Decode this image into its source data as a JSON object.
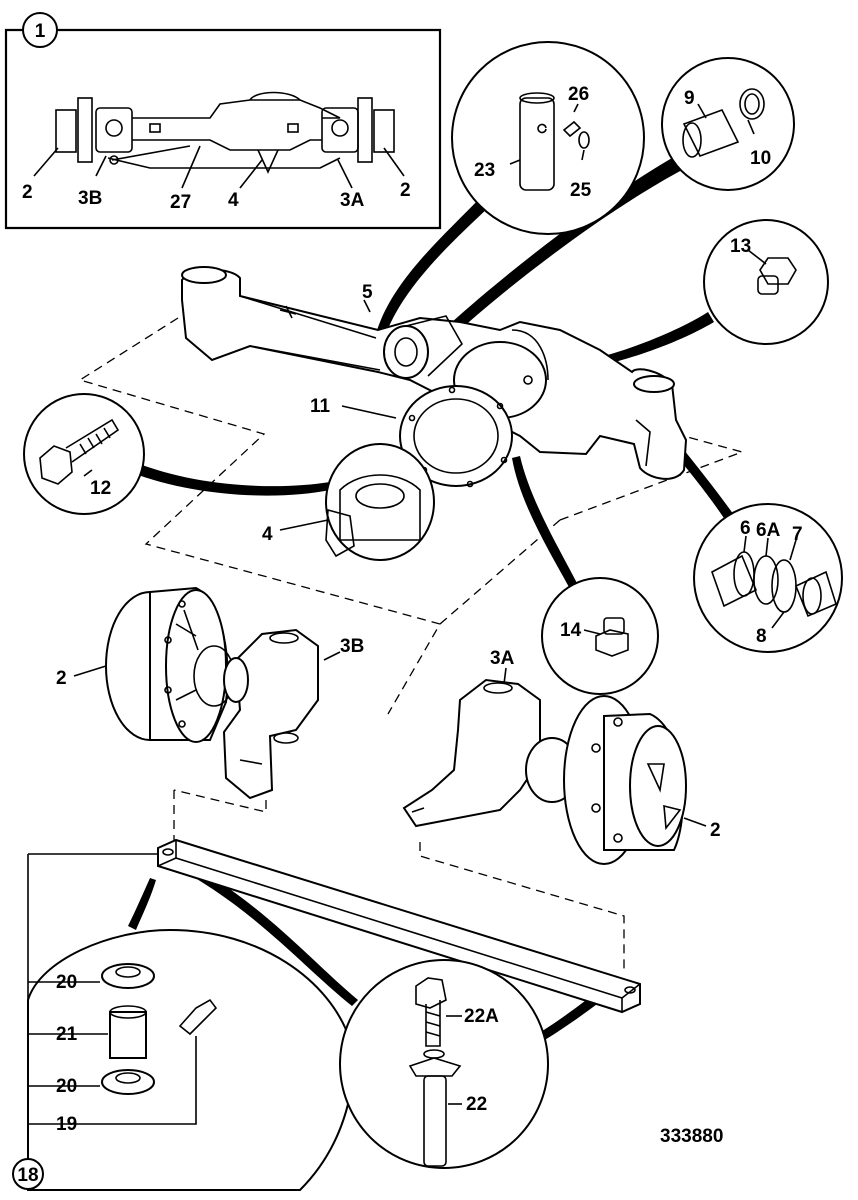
{
  "drawing_number": "333880",
  "inset": {
    "callout": "1",
    "labels": {
      "left_hub": "2",
      "right_hub": "2",
      "left_knuckle": "3B",
      "right_knuckle": "3A",
      "rod": "27",
      "diff": "4"
    }
  },
  "callouts": {
    "axle_beam": "5",
    "gasket": "11",
    "bolt": "12",
    "differential": "4",
    "pivot_pin": "23",
    "screw": "26",
    "washer": "25",
    "bush_outer": "9",
    "bush_inner": "10",
    "plug": "13",
    "bearing": "6",
    "spacer": "6A",
    "seal": "7",
    "race": "8",
    "drain_plug": "14",
    "knuckle_left": "3B",
    "knuckle_right": "3A",
    "hub_left": "2",
    "hub_right": "2",
    "tie_bar_detail": "18",
    "bush_top": "20",
    "bush_sleeve": "21",
    "bush_bottom": "20",
    "grease_nipple": "19",
    "tie_bolt": "22A",
    "tie_pin": "22"
  }
}
